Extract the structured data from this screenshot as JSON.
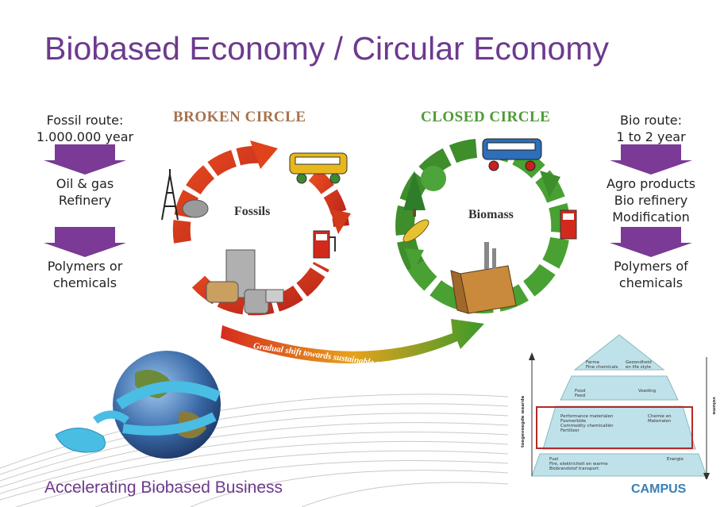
{
  "title": "Biobased Economy / Circular Economy",
  "left": {
    "route": [
      "Fossil route:",
      "1.000.000 year"
    ],
    "step1": [
      "Oil & gas",
      "Refinery"
    ],
    "step2": [
      "Polymers or",
      "chemicals"
    ]
  },
  "right": {
    "route": [
      "Bio route:",
      "1 to 2 year"
    ],
    "step1": [
      "Agro products",
      "Bio refinery",
      "Modification"
    ],
    "step2": [
      "Polymers of",
      "chemicals"
    ]
  },
  "broken_circle": {
    "title": "BROKEN CIRCLE",
    "center": "Fossils"
  },
  "closed_circle": {
    "title": "CLOSED CIRCLE",
    "center": "Biomass"
  },
  "shift_label": "Gradual shift towards sustainable systems",
  "pyramid": {
    "level1": [
      "Farma",
      "Fine chemicals"
    ],
    "level1b": [
      "Gezondheid",
      "en life style"
    ],
    "level2": [
      "Food",
      "Feed"
    ],
    "level2b": "Voeding",
    "level3": [
      "Performance materialen",
      "Fosmerblde",
      "Commodity chemicaliën",
      "Fertilizer"
    ],
    "level3b": [
      "Chemie en",
      "Materialen"
    ],
    "level4": [
      "Fuel",
      "Fire, elektriciteit en warme",
      "Biobrandstof transport"
    ],
    "level4b": "Energie",
    "left_axis": "toegevoegde waarde",
    "right_axis": "volume"
  },
  "footer": "Accelerating Biobased Business",
  "campus": "CAMPUS",
  "colors": {
    "purple": "#6d3a8e",
    "arrow_purple": "#7a3a95",
    "green": "#3e8e2c",
    "red": "#d33a1a"
  }
}
